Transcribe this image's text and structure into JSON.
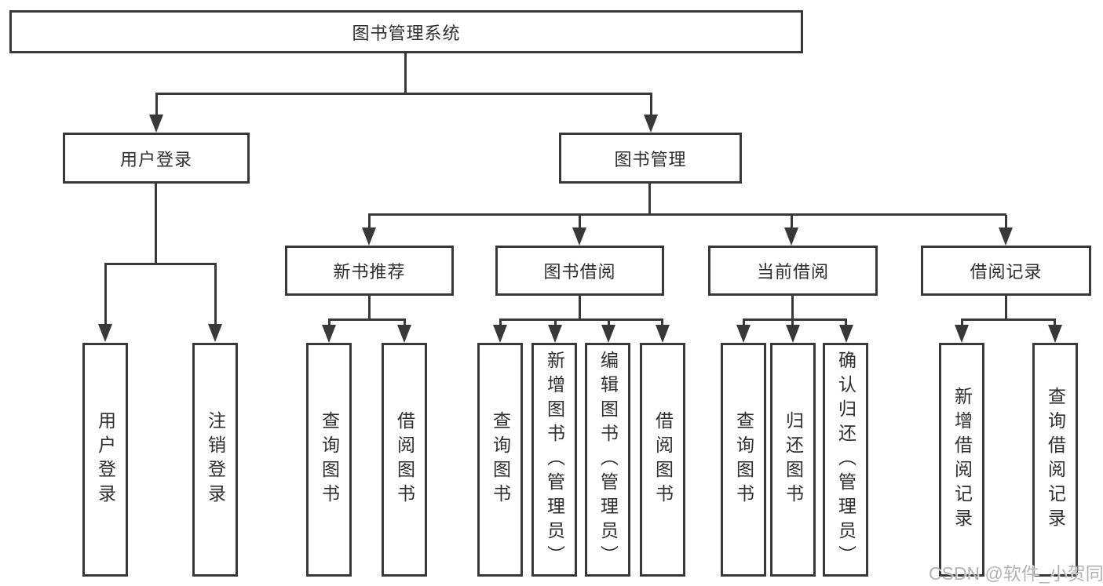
{
  "tree": {
    "root": {
      "label": "图书管理系统",
      "children": [
        {
          "label": "用户登录",
          "children": [
            {
              "label": "用户登录"
            },
            {
              "label": "注销登录"
            }
          ]
        },
        {
          "label": "图书管理",
          "children": [
            {
              "label": "新书推荐",
              "children": [
                {
                  "label": "查询图书"
                },
                {
                  "label": "借阅图书"
                }
              ]
            },
            {
              "label": "图书借阅",
              "children": [
                {
                  "label": "查询图书"
                },
                {
                  "label": "新增图书（管理员）"
                },
                {
                  "label": "编辑图书（管理员）"
                },
                {
                  "label": "借阅图书"
                }
              ]
            },
            {
              "label": "当前借阅",
              "children": [
                {
                  "label": "查询图书"
                },
                {
                  "label": "归还图书"
                },
                {
                  "label": "确认归还（管理员）"
                }
              ]
            },
            {
              "label": "借阅记录",
              "children": [
                {
                  "label": "新增借阅记录"
                },
                {
                  "label": "查询借阅记录"
                }
              ]
            }
          ]
        }
      ]
    }
  },
  "watermark": {
    "text": "CSDN @软件_小贺同学"
  },
  "colors": {
    "line": "#383838",
    "text": "#2e2e2e",
    "background": "#ffffff",
    "box_bg": "#ffffff",
    "watermark": "#b3b3b3"
  }
}
